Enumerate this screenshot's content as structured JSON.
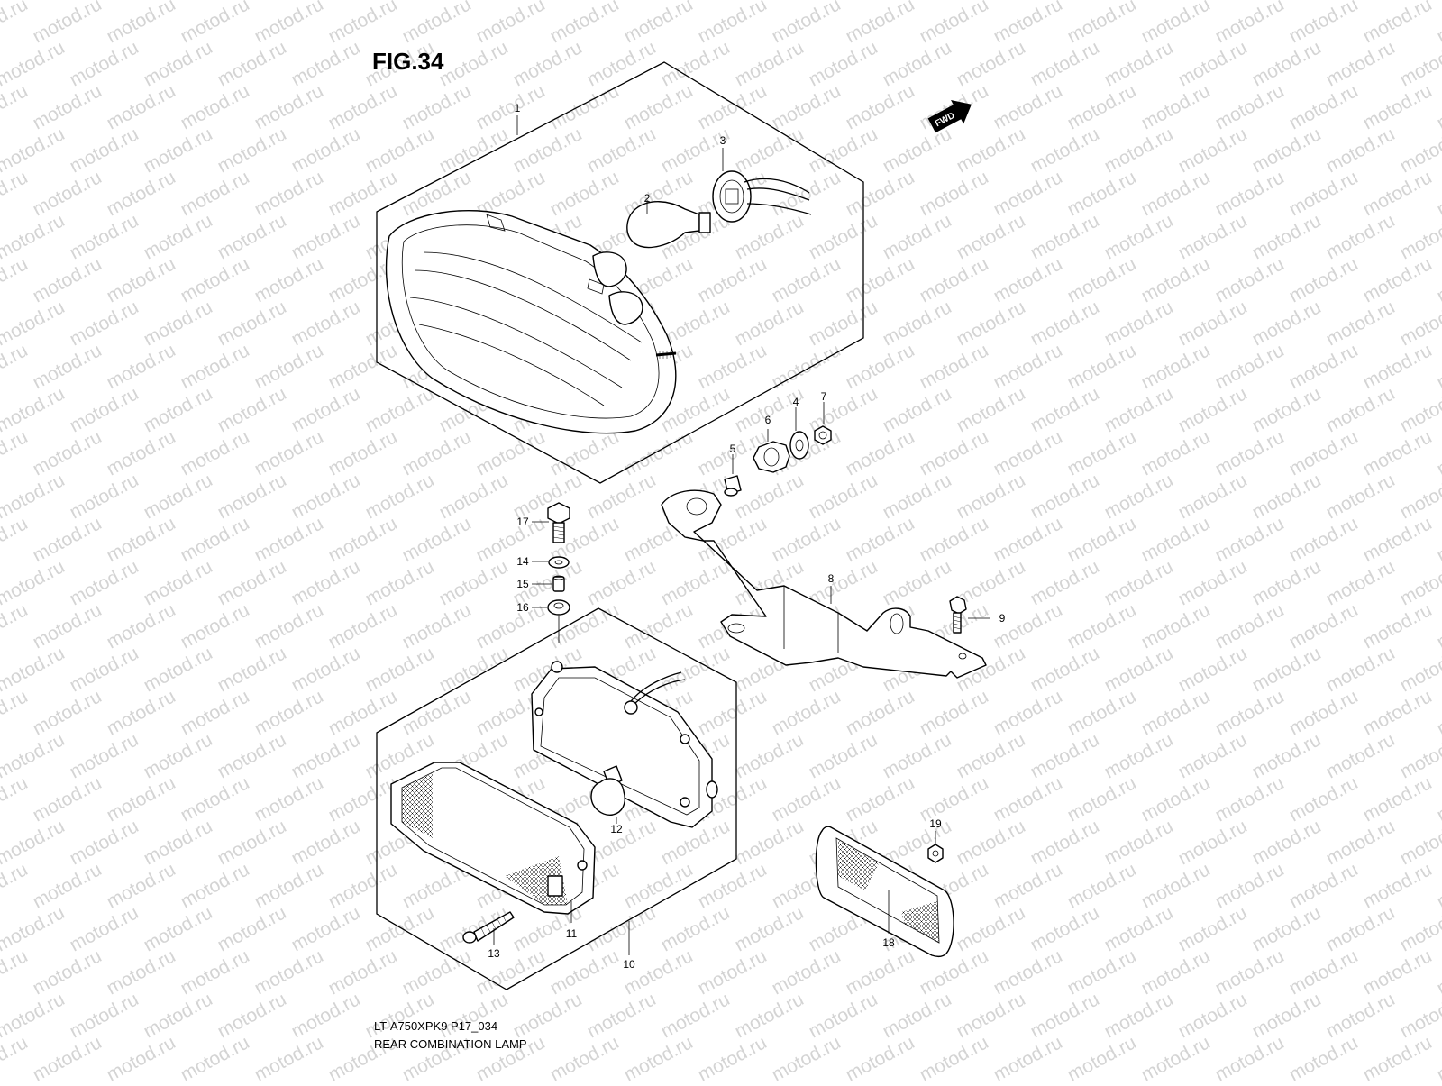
{
  "figure": {
    "title": "FIG.34",
    "model_code": "LT-A750XPK9 P17_034",
    "caption": "REAR COMBINATION LAMP"
  },
  "watermark": {
    "text": "motod.ru"
  },
  "fwd_arrow": {
    "label": "FWD",
    "icon": "fwd-arrow-icon"
  },
  "callouts": [
    "1",
    "2",
    "3",
    "4",
    "5",
    "6",
    "7",
    "8",
    "9",
    "10",
    "11",
    "12",
    "13",
    "14",
    "15",
    "16",
    "17",
    "18",
    "19"
  ],
  "colors": {
    "line": "#000000",
    "watermark": "#d4d4d4",
    "background": "#ffffff"
  }
}
